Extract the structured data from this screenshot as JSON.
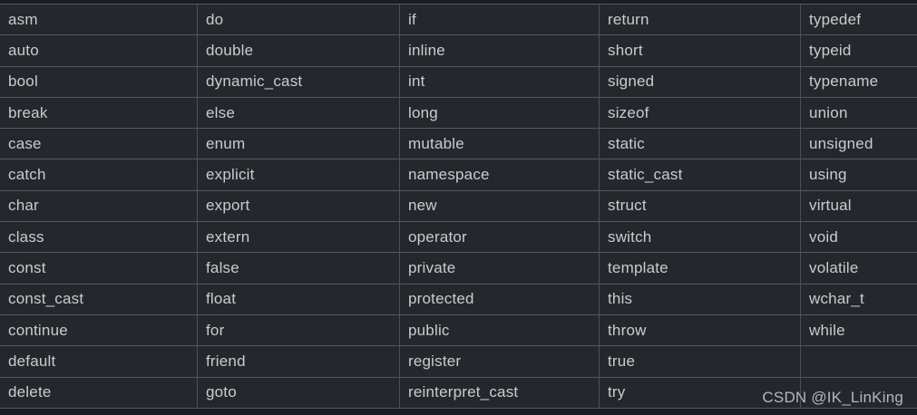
{
  "title": "C++ keywords table",
  "colors": {
    "page_bg": "#1a1d21",
    "cell_bg": "#24282c",
    "grid_line": "#545a62",
    "grid_line_vertical": "#4a5057",
    "text": "#c9ccce",
    "watermark": "#b4b8bc"
  },
  "watermark": {
    "text": "CSDN @IK_LinKing"
  },
  "table": {
    "columns": 5,
    "rows": [
      [
        "asm",
        "do",
        "if",
        "return",
        "typedef"
      ],
      [
        "auto",
        "double",
        "inline",
        "short",
        "typeid"
      ],
      [
        "bool",
        "dynamic_cast",
        "int",
        "signed",
        "typename"
      ],
      [
        "break",
        "else",
        "long",
        "sizeof",
        "union"
      ],
      [
        "case",
        "enum",
        "mutable",
        "static",
        "unsigned"
      ],
      [
        "catch",
        "explicit",
        "namespace",
        "static_cast",
        "using"
      ],
      [
        "char",
        "export",
        "new",
        "struct",
        "virtual"
      ],
      [
        "class",
        "extern",
        "operator",
        "switch",
        "void"
      ],
      [
        "const",
        "false",
        "private",
        "template",
        "volatile"
      ],
      [
        "const_cast",
        "float",
        "protected",
        "this",
        "wchar_t"
      ],
      [
        "continue",
        "for",
        "public",
        "throw",
        "while"
      ],
      [
        "default",
        "friend",
        "register",
        "true",
        ""
      ],
      [
        "delete",
        "goto",
        "reinterpret_cast",
        "try",
        ""
      ]
    ]
  }
}
